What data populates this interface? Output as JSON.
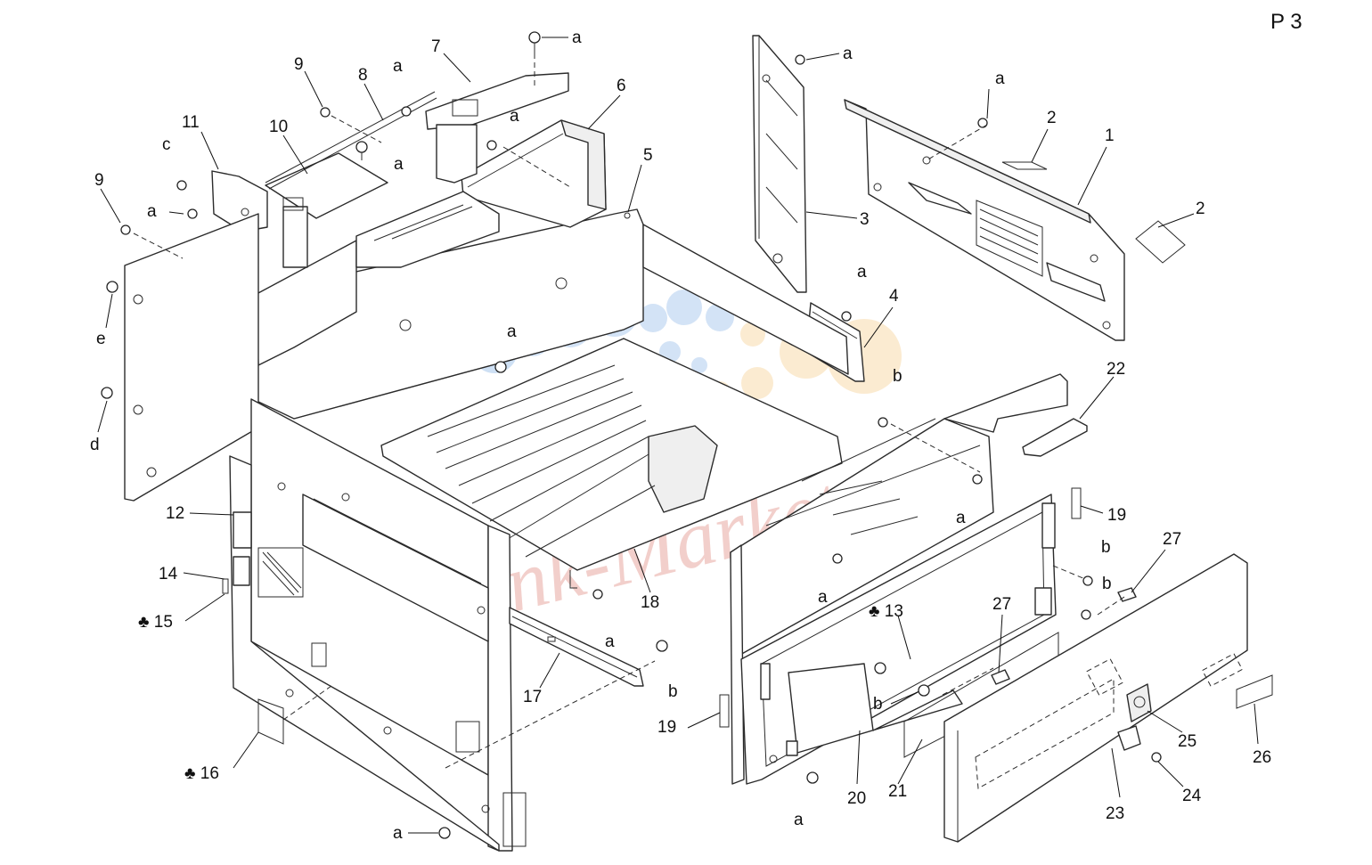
{
  "page_label": "P 3",
  "watermark_text": "Ink-Market",
  "callouts": {
    "n1": "1",
    "n2a": "2",
    "n2b": "2",
    "n3": "3",
    "n4": "4",
    "n5": "5",
    "n6": "6",
    "n7": "7",
    "n8": "8",
    "n9a": "9",
    "n9b": "9",
    "n10": "10",
    "n11": "11",
    "n12": "12",
    "n13": "♣ 13",
    "n14": "14",
    "n15": "♣ 15",
    "n16": "♣ 16",
    "n17": "17",
    "n18": "18",
    "n19a": "19",
    "n19b": "19",
    "n20": "20",
    "n21": "21",
    "n22": "22",
    "n23": "23",
    "n24": "24",
    "n25": "25",
    "n26": "26",
    "n27a": "27",
    "n27b": "27"
  },
  "screw_letters": {
    "a": "a",
    "b": "b",
    "c": "c",
    "d": "d",
    "e": "e"
  },
  "colors": {
    "line": "#2b2b2b",
    "watermark_blue": "#9ec1ea",
    "watermark_orange": "#f6d29a",
    "watermark_red": "#e8a9a2"
  }
}
